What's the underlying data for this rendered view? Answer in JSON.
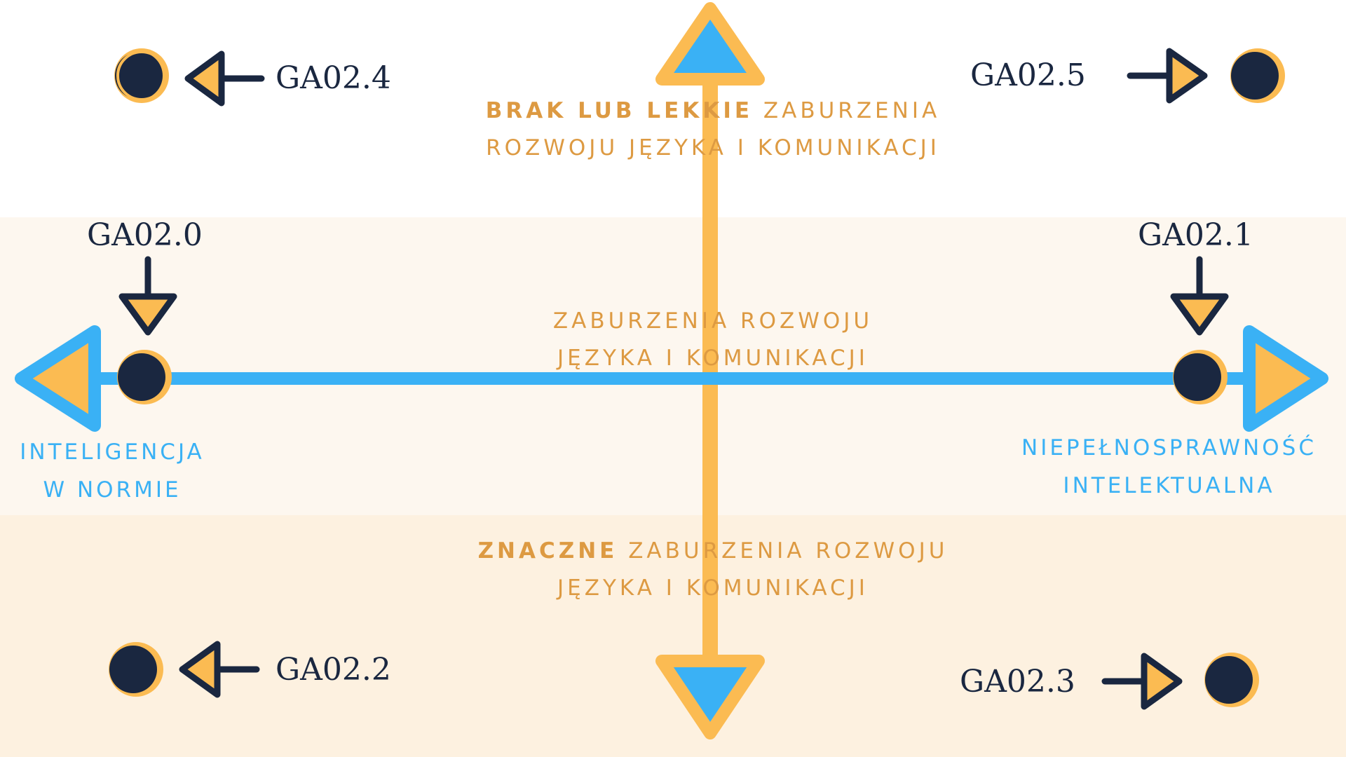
{
  "colors": {
    "navy": "#1a2740",
    "accent_orange": "#fbbb52",
    "text_orange": "#dd9a42",
    "axis_blue": "#3ab1f5"
  },
  "codes": {
    "top_left": "GA02.4",
    "top_right": "GA02.5",
    "mid_left": "GA02.0",
    "mid_right": "GA02.1",
    "bottom_left": "GA02.2",
    "bottom_right": "GA02.3"
  },
  "zones": {
    "top": {
      "bold": "BRAK LUB LEKKIE",
      "rest": " ZABURZENIA ROZWOJU JĘZYKA I KOMUNIKACJI"
    },
    "middle": {
      "text": "ZABURZENIA ROZWOJU JĘZYKA I KOMUNIKACJI"
    },
    "bottom": {
      "bold": "ZNACZNE",
      "rest": " ZABURZENIA ROZWOJU JĘZYKA I KOMUNIKACJI"
    }
  },
  "axis_labels": {
    "left": "INTELIGENCJA W NORMIE",
    "right": "NIEPEŁNOSPRAWNOŚĆ INTELEKTUALNA"
  },
  "icons": {
    "node": "dot-icon",
    "pointer": "arrow-icon"
  }
}
